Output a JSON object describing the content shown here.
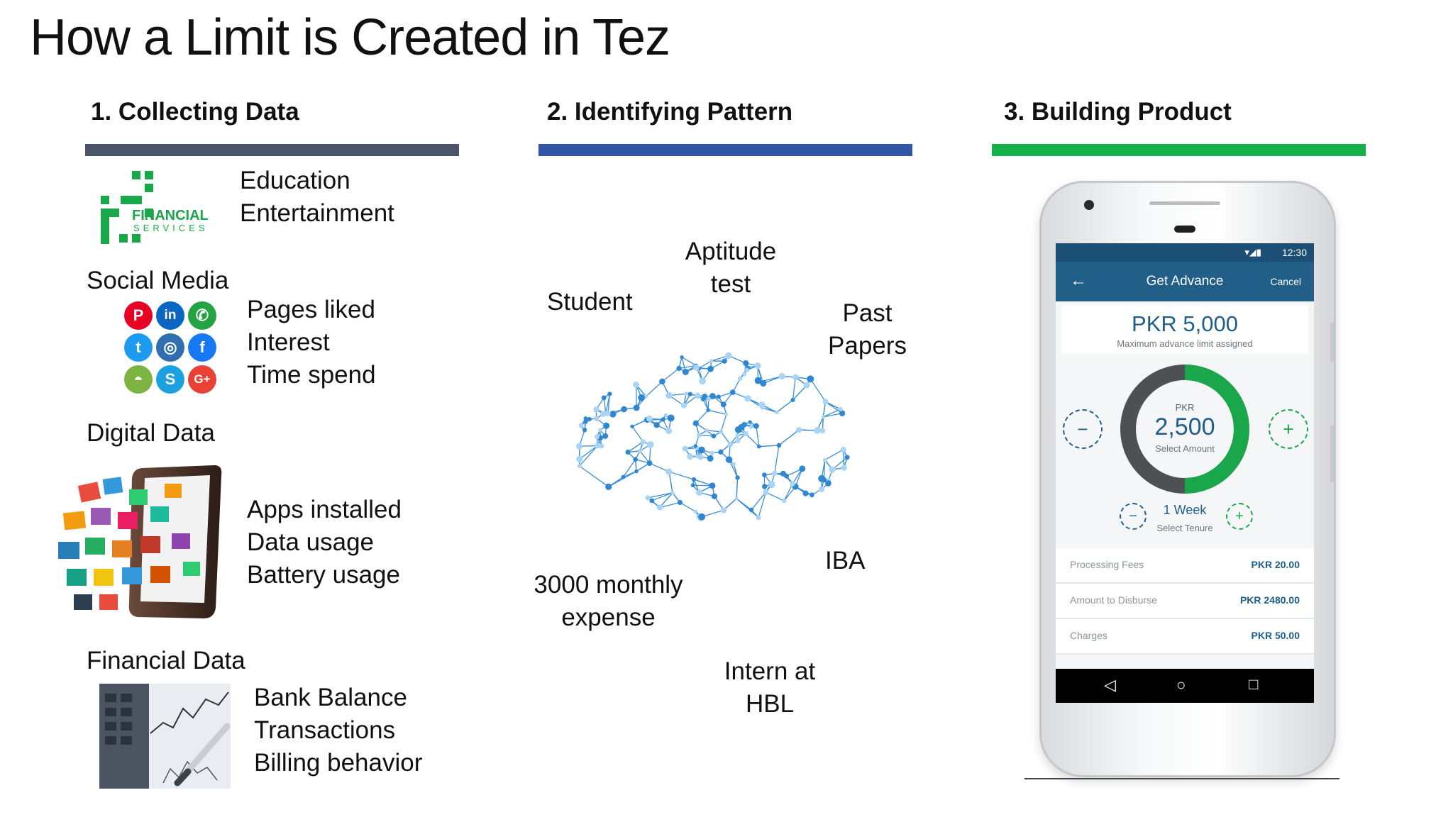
{
  "title": "How a Limit is Created in Tez",
  "colors": {
    "section1_bar": "#4a5568",
    "section2_bar": "#2f55a4",
    "section3_bar": "#16b04a",
    "app_primary": "#215e88",
    "ring_green": "#1aa64a",
    "ring_grey": "#4d5154"
  },
  "sections": [
    {
      "heading": "1. Collecting Data"
    },
    {
      "heading": "2. Identifying Pattern"
    },
    {
      "heading": "3. Building Product"
    }
  ],
  "collecting": {
    "financial_logo": {
      "word1": "FINANCIAL",
      "word2": "SERVICES"
    },
    "financial_items": [
      "Education",
      "Entertainment"
    ],
    "social_label": "Social Media",
    "social_icons": [
      "pinterest-icon",
      "linkedin-icon",
      "whatsapp-icon",
      "twitter-icon",
      "instagram-icon",
      "facebook-icon",
      "android-icon",
      "skype-icon",
      "google-plus-icon"
    ],
    "social_items": [
      "Pages liked",
      "Interest",
      "Time spend"
    ],
    "digital_label": "Digital Data",
    "digital_items": [
      "Apps installed",
      "Data usage",
      "Battery usage"
    ],
    "financial_data_label": "Financial Data",
    "financial_data_items": [
      "Bank Balance",
      "Transactions",
      "Billing behavior"
    ]
  },
  "pattern": {
    "student": "Student",
    "aptitude": [
      "Aptitude",
      "test"
    ],
    "past_papers": [
      "Past",
      "Papers"
    ],
    "iba": "IBA",
    "expense": [
      "3000 monthly",
      "expense"
    ],
    "intern": [
      "Intern at",
      "HBL"
    ]
  },
  "phone": {
    "status_time": "12:30",
    "app_title": "Get Advance",
    "cancel_label": "Cancel",
    "max_amount": "PKR 5,000",
    "max_caption": "Maximum advance limit assigned",
    "ring_currency": "PKR",
    "ring_amount": "2,500",
    "ring_caption": "Select Amount",
    "ring_fraction": 0.5,
    "tenure_value": "1 Week",
    "tenure_caption": "Select Tenure",
    "rows": [
      {
        "label": "Processing Fees",
        "value": "PKR 20.00"
      },
      {
        "label": "Amount to Disburse",
        "value": "PKR 2480.00"
      },
      {
        "label": "Charges",
        "value": "PKR 50.00"
      }
    ]
  }
}
